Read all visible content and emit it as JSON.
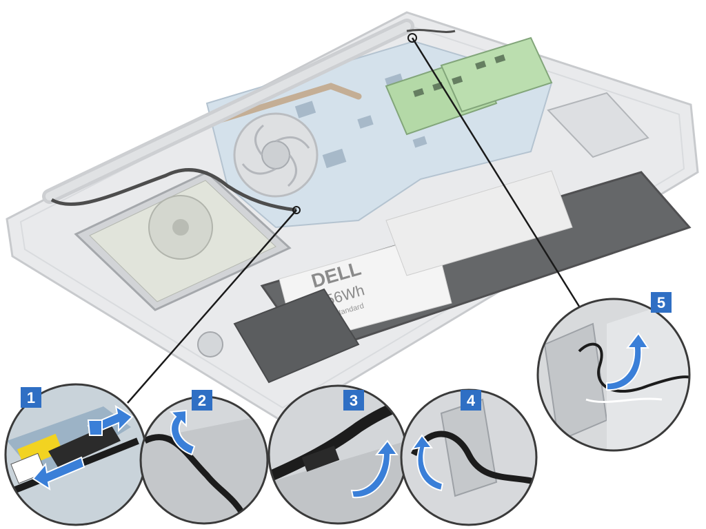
{
  "colors": {
    "background": "#ffffff",
    "chassis": "#e3e5e7",
    "chassis_edge": "#b9bcc0",
    "board": "#c9d9e6",
    "battery": "#3b3d40",
    "callout_badge": "#2f6fc4",
    "arrow": "#3a7fd8",
    "cable": "#1c1c1c",
    "label_yellow": "#f2d321"
  },
  "battery": {
    "brand": "DELL",
    "capacity": "56Wh",
    "standard": "Standard"
  },
  "callouts": [
    {
      "number": "1",
      "arrow_icon": "arrow-disconnect-icon"
    },
    {
      "number": "2",
      "arrow_icon": "arrow-curl-icon"
    },
    {
      "number": "3",
      "arrow_icon": "arrow-curl-icon"
    },
    {
      "number": "4",
      "arrow_icon": "arrow-curl-icon"
    },
    {
      "number": "5",
      "arrow_icon": "arrow-curl-icon"
    }
  ]
}
